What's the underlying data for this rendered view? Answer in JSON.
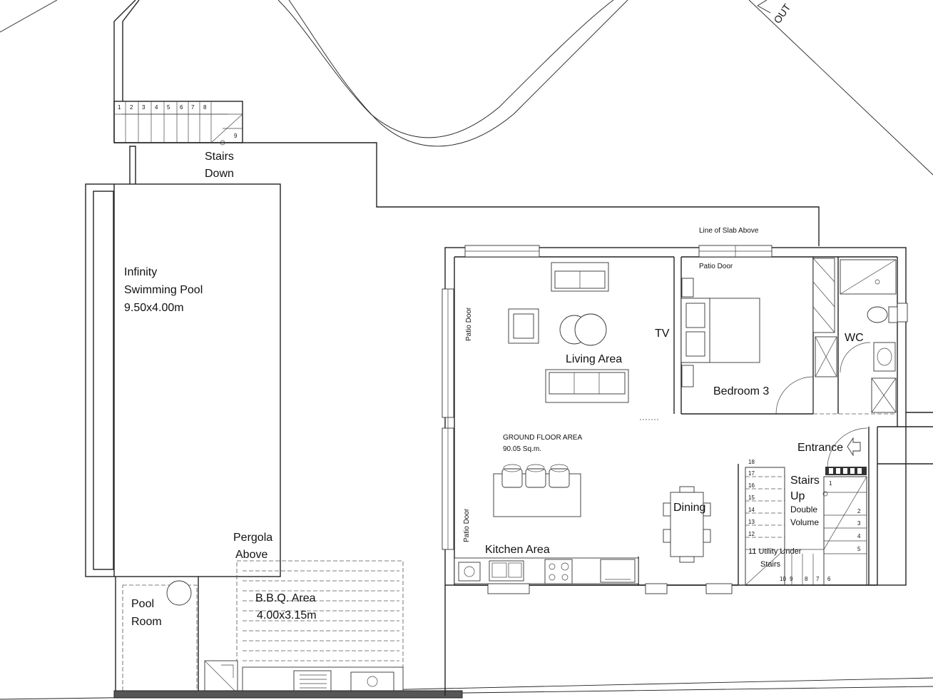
{
  "labels": {
    "out": "OUT",
    "stairs_down_1": "Stairs",
    "stairs_down_2": "Down",
    "pool_1": "Infinity",
    "pool_2": "Swimming Pool",
    "pool_3": "9.50x4.00m",
    "pergola_1": "Pergola",
    "pergola_2": "Above",
    "pool_room_1": "Pool",
    "pool_room_2": "Room",
    "bbq_1": "B.B.Q. Area",
    "bbq_2": "4.00x3.15m",
    "slab_line": "Line of Slab Above",
    "patio_door_top": "Patio Door",
    "patio_door_left_1": "Patio Door",
    "patio_door_left_2": "Patio Door",
    "tv": "TV",
    "wc": "WC",
    "living_area": "Living Area",
    "bedroom_3": "Bedroom 3",
    "ground_floor_1": "GROUND FLOOR AREA",
    "ground_floor_2": "90.05 Sq.m.",
    "entrance": "Entrance",
    "stairs_up_1": "Stairs",
    "stairs_up_2": "Up",
    "double_volume_1": "Double",
    "double_volume_2": "Volume",
    "utility_1": "11  Utility Under",
    "utility_2": "Stairs",
    "dining": "Dining",
    "kitchen_area": "Kitchen Area"
  },
  "stair_numbers_top": [
    "1",
    "2",
    "3",
    "4",
    "5",
    "6",
    "7",
    "8",
    "9"
  ],
  "stair_numbers_right": {
    "left_column": [
      "18",
      "17",
      "16",
      "15",
      "14",
      "13",
      "12"
    ],
    "right_column": [
      "1",
      "2",
      "3",
      "4",
      "5"
    ],
    "bottom_row": [
      "10",
      "9",
      "8",
      "7",
      "6"
    ]
  }
}
